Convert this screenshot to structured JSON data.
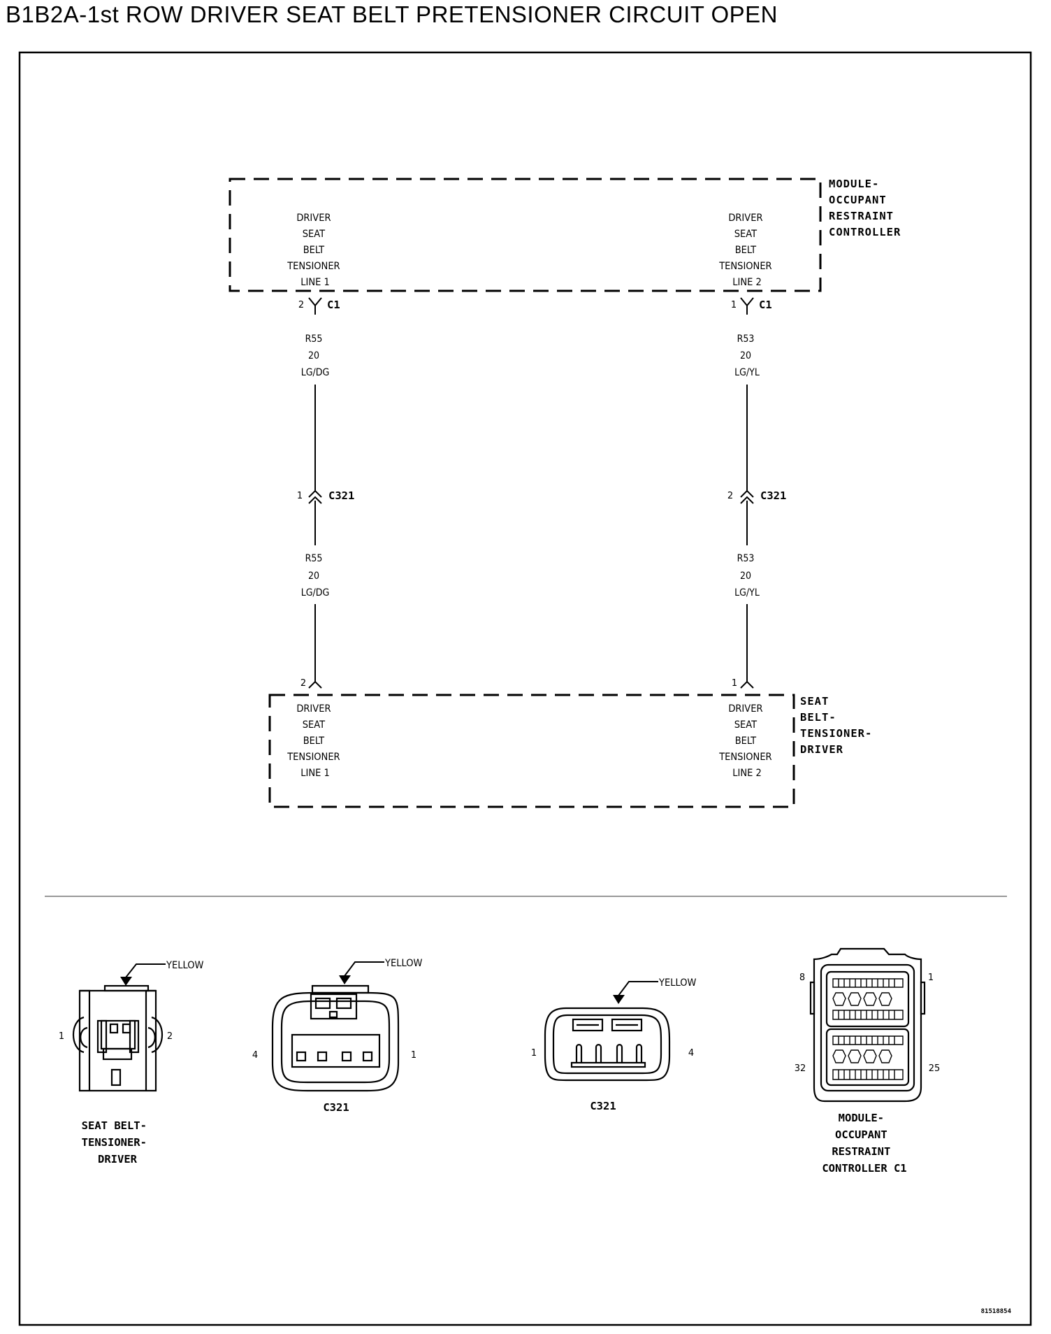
{
  "title": "B1B2A-1st ROW DRIVER SEAT BELT PRETENSIONER CIRCUIT OPEN",
  "modules": {
    "orc": {
      "name_lines": [
        "MODULE-",
        "OCCUPANT",
        "RESTRAINT",
        "CONTROLLER"
      ],
      "left_label": [
        "DRIVER",
        "SEAT",
        "BELT",
        "TENSIONER",
        "LINE 1"
      ],
      "right_label": [
        "DRIVER",
        "SEAT",
        "BELT",
        "TENSIONER",
        "LINE 2"
      ]
    },
    "tensioner": {
      "name_lines": [
        "SEAT",
        "BELT-",
        "TENSIONER-",
        "DRIVER"
      ],
      "left_label": [
        "DRIVER",
        "SEAT",
        "BELT",
        "TENSIONER",
        "LINE 1"
      ],
      "right_label": [
        "DRIVER",
        "SEAT",
        "BELT",
        "TENSIONER",
        "LINE 2"
      ]
    }
  },
  "connections": {
    "left": {
      "c1_pin": "2",
      "c1_name": "C1",
      "wire_top": [
        "R55",
        "20",
        "LG/DG"
      ],
      "c321_pin": "1",
      "c321_name": "C321",
      "wire_bottom": [
        "R55",
        "20",
        "LG/DG"
      ],
      "tensioner_pin": "2"
    },
    "right": {
      "c1_pin": "1",
      "c1_name": "C1",
      "wire_top": [
        "R53",
        "20",
        "LG/YL"
      ],
      "c321_pin": "2",
      "c321_name": "C321",
      "wire_bottom": [
        "R53",
        "20",
        "LG/YL"
      ],
      "tensioner_pin": "1"
    }
  },
  "connector_views": [
    {
      "color": "YELLOW",
      "pin_left": "1",
      "pin_right": "2",
      "name_lines": [
        "SEAT BELT-",
        "TENSIONER-",
        "DRIVER"
      ]
    },
    {
      "color": "YELLOW",
      "pin_left": "4",
      "pin_right": "1",
      "name_lines": [
        "C321"
      ]
    },
    {
      "color": "YELLOW",
      "pin_left": "1",
      "pin_right": "4",
      "name_lines": [
        "C321"
      ]
    },
    {
      "pin_tl": "8",
      "pin_tr": "1",
      "pin_bl": "32",
      "pin_br": "25",
      "name_lines": [
        "MODULE-",
        "OCCUPANT",
        "RESTRAINT",
        "CONTROLLER C1"
      ]
    }
  ],
  "figure_id": "81518854"
}
